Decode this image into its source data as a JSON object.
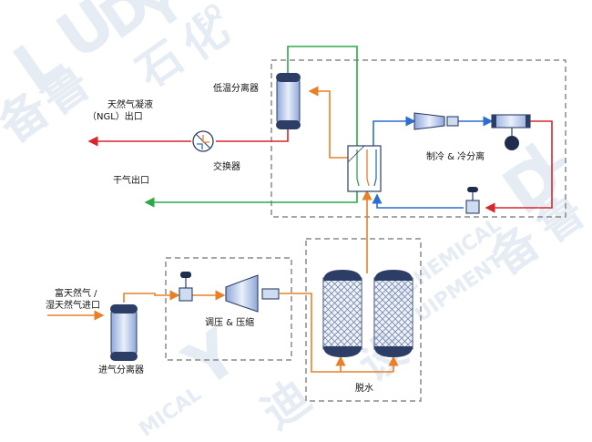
{
  "labels": {
    "ngl_outlet_line1": "天然气凝液",
    "ngl_outlet_line2": "（NGL）出口",
    "dry_gas_outlet": "干气出口",
    "exchanger": "交换器",
    "low_temp_separator": "低温分离器",
    "refrigeration": "制冷 & 冷分离",
    "feed_gas_line1": "富天然气 /",
    "feed_gas_line2": "湿天然气进口",
    "inlet_separator": "进气分离器",
    "regulate_compress": "调压 & 压缩",
    "dehydration": "脱水"
  },
  "watermark": {
    "letters": [
      "L",
      "U",
      "D",
      "Y"
    ],
    "cjk": [
      "石",
      "化",
      "备",
      "鲁",
      "设",
      "迪"
    ],
    "latin_fragments": [
      "EQ",
      "MICAL",
      "EMICAL",
      "OCHEMICAL",
      "UIPMENT"
    ]
  },
  "colors": {
    "orange": "#e8802a",
    "green": "#2da84a",
    "red": "#d9262b",
    "blue": "#2b6fd0",
    "dashed_box": "#8a8a8a",
    "vessel_fill": "#cfdcf0",
    "vessel_dark": "#2c3e66"
  }
}
